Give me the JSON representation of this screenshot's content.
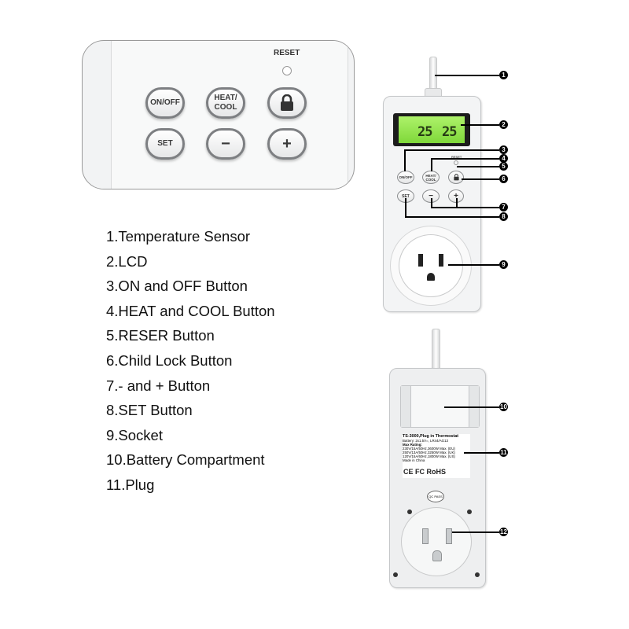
{
  "zoom": {
    "reset": "RESET",
    "on_off": "ON/OFF",
    "heat_cool_line1": "HEAT/",
    "heat_cool_line2": "COOL",
    "set": "SET",
    "minus": "−",
    "plus": "+",
    "lock_icon": "padlock-icon"
  },
  "features": [
    "1.Temperature Sensor",
    "2.LCD",
    "3.ON and OFF Button",
    "4.HEAT and COOL Button",
    "5.RESER Button",
    "6.Child Lock Button",
    "7.- and + Button",
    "8.SET Button",
    "9.Socket",
    "10.Battery Compartment",
    "11.Plug"
  ],
  "front_device": {
    "lcd_left": "25",
    "lcd_right": "25",
    "reset": "RESET",
    "on_off": "ON/OFF",
    "heat_cool_line1": "HEAT/",
    "heat_cool_line2": "COOL",
    "set": "SET",
    "minus": "−",
    "plus": "+"
  },
  "back_device": {
    "label_title": "TS-3000,Plug in Thermostat",
    "label_lines": [
      "Battery: 2x1.5V=, LR44/AG13",
      "Max Rating:",
      "230V/15A/50Hz,3600W Max. (EU)",
      "250V/13A/50Hz,3250W Max. (UK)",
      "120V/15A/60Hz,1800W Max. (US)",
      "Made in China"
    ],
    "marks": "CE FC RoHS",
    "seal": "QC PASS"
  },
  "callouts": [
    "1",
    "2",
    "3",
    "4",
    "5",
    "6",
    "7",
    "8",
    "9",
    "10",
    "11",
    "12"
  ]
}
